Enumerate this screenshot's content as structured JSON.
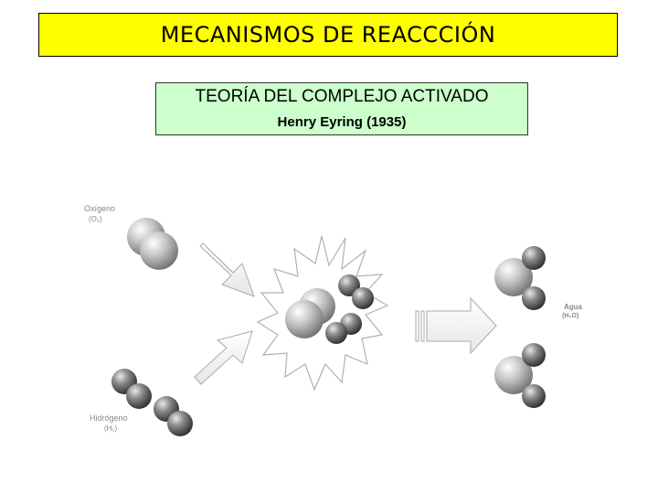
{
  "slide": {
    "title": "MECANISMOS DE REACCCIÓN",
    "subtitle": "TEORÍA DEL COMPLEJO ACTIVADO",
    "author": "Henry Eyring (1935)"
  },
  "diagram": {
    "oxygen_label": "Oxígeno",
    "oxygen_formula": "(O₂)",
    "hydrogen_label": "Hidrógeno",
    "hydrogen_formula": "(H₂)",
    "water_label": "Agua",
    "water_formula": "(H₂O)"
  },
  "colors": {
    "title_bg": "#ffff00",
    "subtitle_bg": "#ccffcc"
  }
}
